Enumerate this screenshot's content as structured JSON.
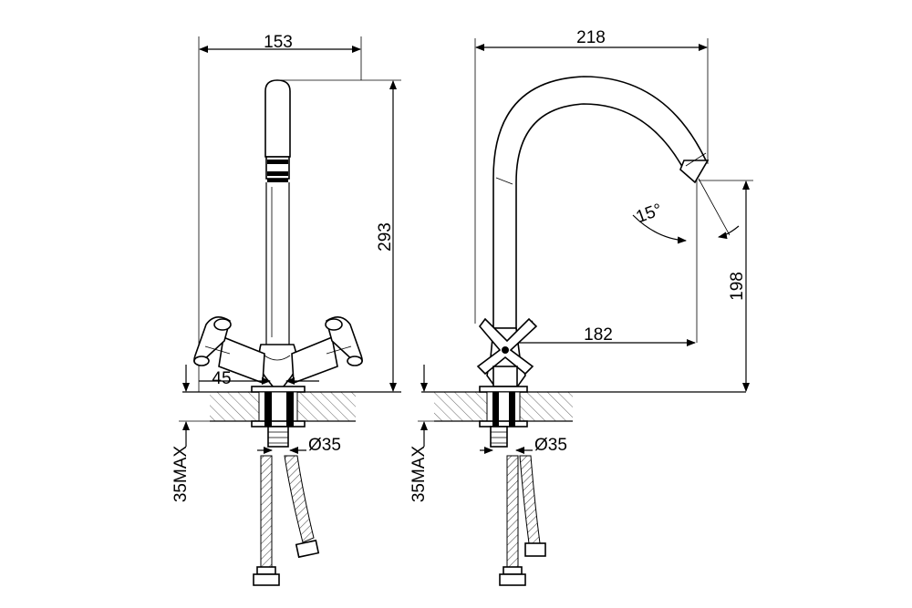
{
  "front_view": {
    "width_dim": "153",
    "height_dim": "293",
    "handle_gap_dim": "45",
    "hole_dim": "Ø35",
    "deck_max_dim": "35MAX"
  },
  "side_view": {
    "width_dim": "218",
    "reach_dim": "182",
    "spout_height_dim": "198",
    "angle_dim": "15°",
    "hole_dim": "Ø35",
    "deck_max_dim": "35MAX"
  }
}
